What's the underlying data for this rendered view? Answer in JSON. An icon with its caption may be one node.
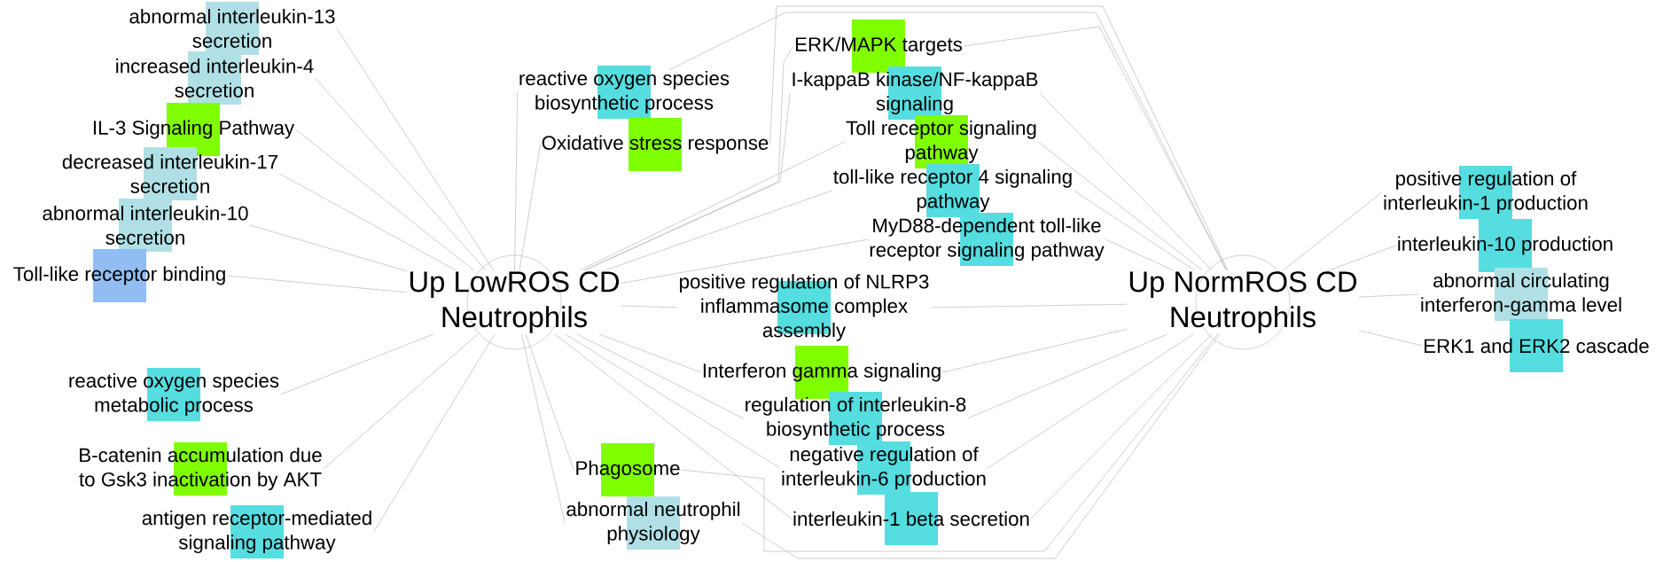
{
  "diagram": {
    "nodes": [
      {
        "text": [
          "abnormal interleukin-13 secretion"
        ]
      },
      {
        "text": [
          "increased interleukin-4 secretion"
        ]
      },
      {
        "text": [
          "IL-3 Signaling Pathway"
        ]
      },
      {
        "text": [
          "decreased interleukin-17 secretion"
        ]
      },
      {
        "text": [
          "abnormal interleukin-10 secretion"
        ]
      },
      {
        "text": [
          "Toll-like receptor binding"
        ]
      },
      {
        "text": [
          "Up LowROS CD Neutrophils"
        ]
      },
      {
        "text": [
          "reactive oxygen species metabolic process"
        ]
      },
      {
        "text": [
          "B-catenin accumulation due to Gsk3 inactivation by AKT"
        ]
      },
      {
        "text": [
          "antigen receptor-mediated signaling pathway"
        ]
      },
      {
        "text": [
          "reactive oxygen species biosynthetic process"
        ]
      },
      {
        "text": [
          "Oxidative stress response"
        ]
      },
      {
        "text": [
          "ERK/MAPK targets"
        ]
      },
      {
        "text": [
          "I-kappaB kinase/NF-kappaB signaling"
        ]
      },
      {
        "text": [
          "Toll receptor signaling pathway"
        ]
      },
      {
        "text": [
          "toll-like receptor 4 signaling pathway"
        ]
      },
      {
        "text": [
          "MyD88-dependent toll-like receptor signaling pathway"
        ]
      },
      {
        "text": [
          "positive regulation of NLRP3 inflammasome complex assembly"
        ]
      },
      {
        "text": [
          "Interferon gamma signaling"
        ]
      },
      {
        "text": [
          "regulation of interleukin-8 biosynthetic process"
        ]
      },
      {
        "text": [
          "negative regulation of interleukin-6 production"
        ]
      },
      {
        "text": [
          "interleukin-1 beta secretion"
        ]
      },
      {
        "text": [
          "Phagosome"
        ]
      },
      {
        "text": [
          "abnormal neutrophil physiology"
        ]
      },
      {
        "text": [
          "Up NormROS CD Neutrophils"
        ]
      },
      {
        "text": [
          "positive regulation of interleukin-1 production"
        ]
      },
      {
        "text": [
          "interleukin-10 production"
        ]
      },
      {
        "text": [
          "abnormal circulating interferon-gamma level"
        ]
      },
      {
        "text": [
          "ERK1 and ERK2 cascade"
        ]
      }
    ],
    "edges": [
      {
        "from": 6,
        "to": 0,
        "arrow": "none"
      },
      {
        "from": 6,
        "to": 1,
        "arrow": "none"
      },
      {
        "from": 6,
        "to": 2,
        "arrow": "none"
      },
      {
        "from": 6,
        "to": 3,
        "arrow": "none"
      },
      {
        "from": 6,
        "to": 4,
        "arrow": "none"
      },
      {
        "from": 6,
        "to": 5,
        "arrow": "none"
      },
      {
        "from": 6,
        "to": 7,
        "arrow": "none"
      },
      {
        "from": 6,
        "to": 8,
        "arrow": "none"
      },
      {
        "from": 6,
        "to": 9,
        "arrow": "none"
      },
      {
        "from": 6,
        "to": 10,
        "arrow": "none"
      },
      {
        "from": 6,
        "to": 11,
        "arrow": "none"
      },
      {
        "from": 6,
        "to": 12,
        "arrow": "none"
      },
      {
        "from": 6,
        "to": 13,
        "arrow": "none"
      },
      {
        "from": 6,
        "to": 14,
        "arrow": "none"
      },
      {
        "from": 6,
        "to": 15,
        "arrow": "none"
      },
      {
        "from": 6,
        "to": 16,
        "arrow": "none"
      },
      {
        "from": 6,
        "to": 17,
        "arrow": "none"
      },
      {
        "from": 6,
        "to": 18,
        "arrow": "none"
      },
      {
        "from": 6,
        "to": 19,
        "arrow": "none"
      },
      {
        "from": 6,
        "to": 20,
        "arrow": "none"
      },
      {
        "from": 6,
        "to": 21,
        "arrow": "none"
      },
      {
        "from": 6,
        "to": 22,
        "arrow": "none"
      },
      {
        "from": 6,
        "to": 23,
        "arrow": "none"
      },
      {
        "from": 24,
        "to": 10,
        "arrow": "none"
      },
      {
        "from": 24,
        "to": 11,
        "arrow": "none"
      },
      {
        "from": 24,
        "to": 12,
        "arrow": "none"
      },
      {
        "from": 24,
        "to": 13,
        "arrow": "none"
      },
      {
        "from": 24,
        "to": 14,
        "arrow": "none"
      },
      {
        "from": 24,
        "to": 15,
        "arrow": "none"
      },
      {
        "from": 24,
        "to": 16,
        "arrow": "none"
      },
      {
        "from": 24,
        "to": 17,
        "arrow": "none"
      },
      {
        "from": 24,
        "to": 18,
        "arrow": "none"
      },
      {
        "from": 24,
        "to": 19,
        "arrow": "none"
      },
      {
        "from": 24,
        "to": 20,
        "arrow": "none"
      },
      {
        "from": 24,
        "to": 21,
        "arrow": "none"
      },
      {
        "from": 24,
        "to": 22,
        "arrow": "none"
      },
      {
        "from": 24,
        "to": 23,
        "arrow": "none"
      },
      {
        "from": 24,
        "to": 25,
        "arrow": "none"
      },
      {
        "from": 24,
        "to": 26,
        "arrow": "none"
      },
      {
        "from": 24,
        "to": 27,
        "arrow": "none"
      },
      {
        "from": 24,
        "to": 28,
        "arrow": "none"
      }
    ]
  }
}
